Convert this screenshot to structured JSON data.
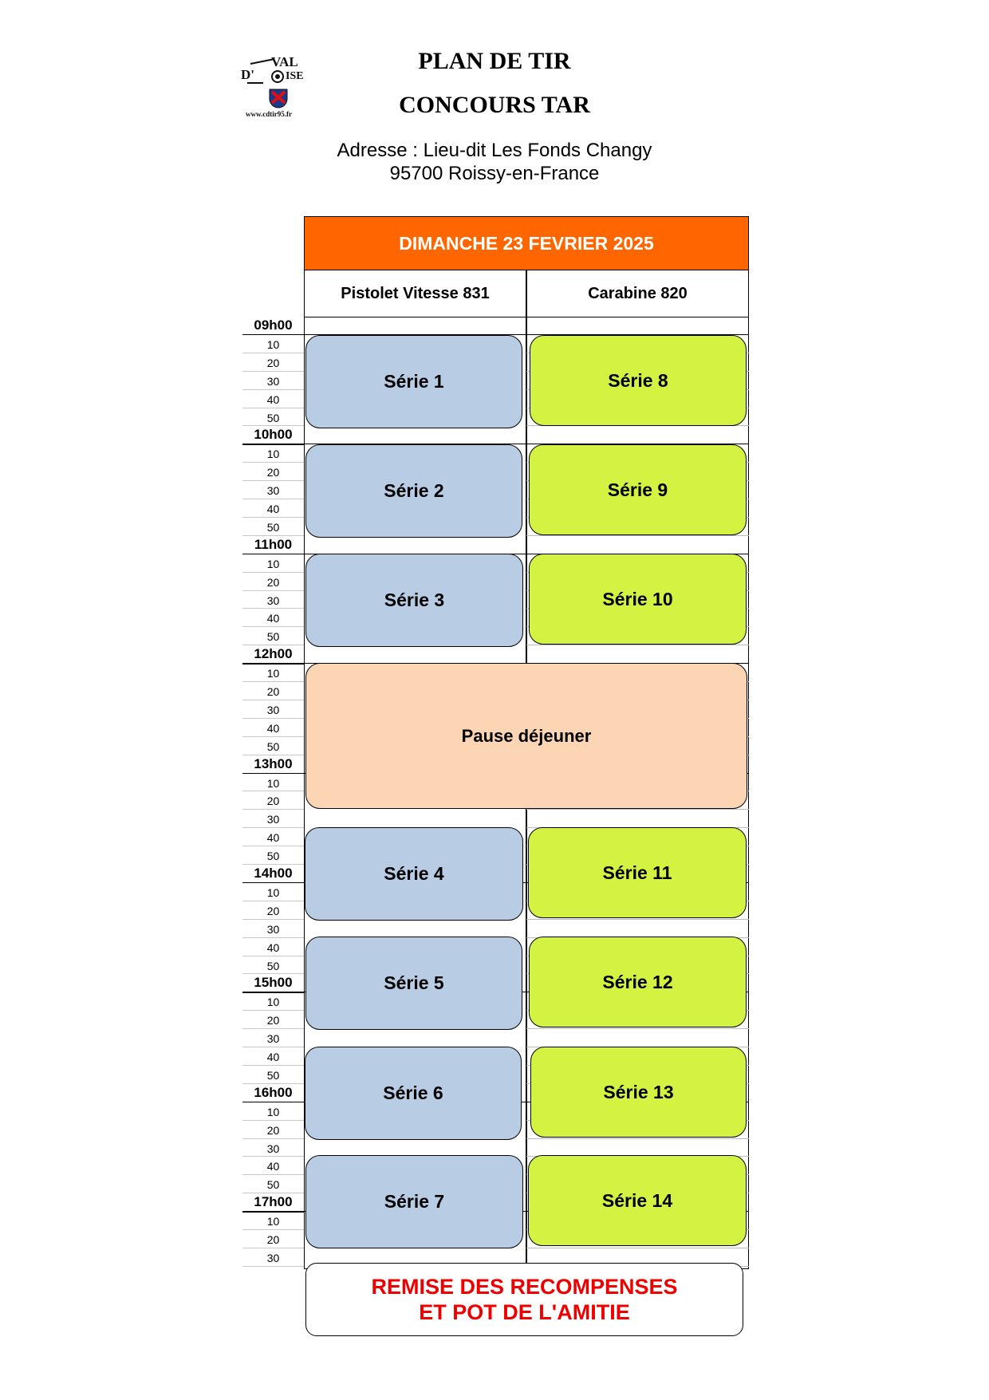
{
  "header": {
    "title_line1": "PLAN DE TIR",
    "title_line2": "CONCOURS TAR",
    "address_line1": "Adresse : Lieu-dit Les Fonds Changy",
    "address_line2": "95700 Roissy-en-France"
  },
  "logo": {
    "text_top": "VAL",
    "text_left": "D'",
    "text_right": "ISE",
    "url": "www.cdtir95.fr"
  },
  "schedule": {
    "day": "DIMANCHE 23 FEVRIER 2025",
    "columns": [
      "Pistolet Vitesse 831",
      "Carabine 820"
    ],
    "time_labels": [
      "09h00",
      "10",
      "20",
      "30",
      "40",
      "50",
      "10h00",
      "10",
      "20",
      "30",
      "40",
      "50",
      "11h00",
      "10",
      "20",
      "30",
      "40",
      "50",
      "12h00",
      "10",
      "20",
      "30",
      "40",
      "50",
      "13h00",
      "10",
      "20",
      "30",
      "40",
      "50",
      "14h00",
      "10",
      "20",
      "30",
      "40",
      "50",
      "15h00",
      "10",
      "20",
      "30",
      "40",
      "50",
      "16h00",
      "10",
      "20",
      "30",
      "40",
      "50",
      "17h00",
      "10",
      "20",
      "30"
    ],
    "pistol_series": [
      "Série 1",
      "Série 2",
      "Série 3",
      "Série 4",
      "Série 5",
      "Série 6",
      "Série 7"
    ],
    "carabine_series": [
      "Série 8",
      "Série 9",
      "Série 10",
      "Série 11",
      "Série 12",
      "Série 13",
      "Série 14"
    ],
    "pause": "Pause déjeuner",
    "closing_line1": "REMISE DES RECOMPENSES",
    "closing_line2": "ET POT DE L'AMITIE"
  },
  "colors": {
    "day_header": "#ff6600",
    "pistol_block": "#b8cce4",
    "carabine_block": "#d4f241",
    "pause_block": "#fcd5b4",
    "closing_text": "#ee0000"
  }
}
